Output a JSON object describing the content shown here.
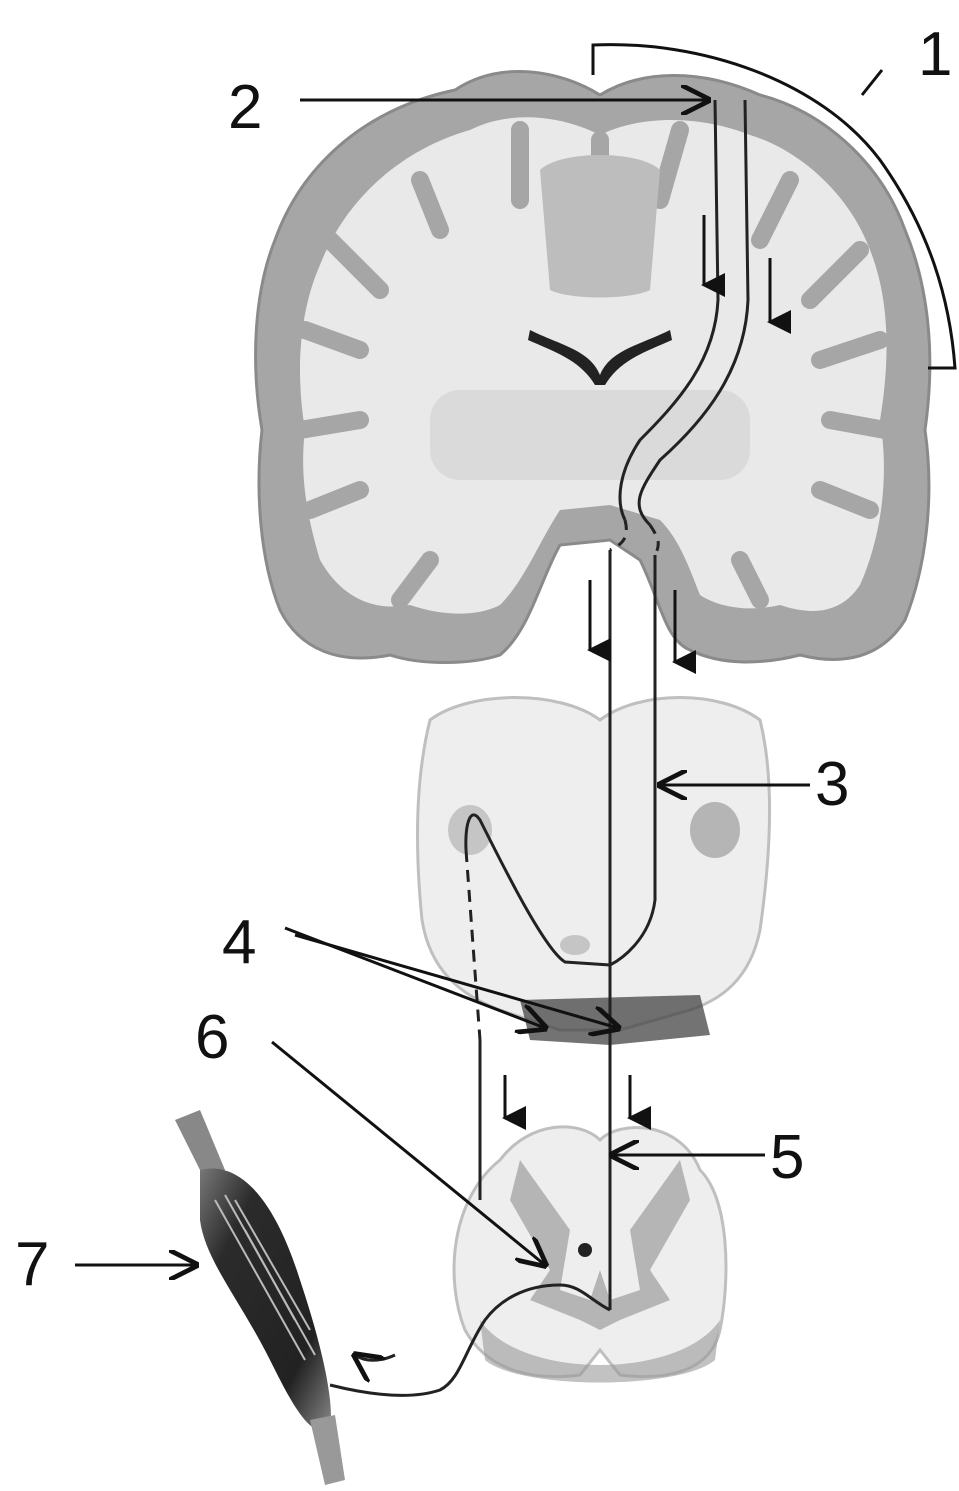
{
  "labels": {
    "l1": "1",
    "l2": "2",
    "l3": "3",
    "l4": "4",
    "l5": "5",
    "l6": "6",
    "l7": "7"
  },
  "colors": {
    "gray_matter": "#a6a6a6",
    "white_matter": "#e9e9e9",
    "tract_line": "#222222",
    "muscle": "#2b2b2b",
    "background": "#ffffff"
  }
}
